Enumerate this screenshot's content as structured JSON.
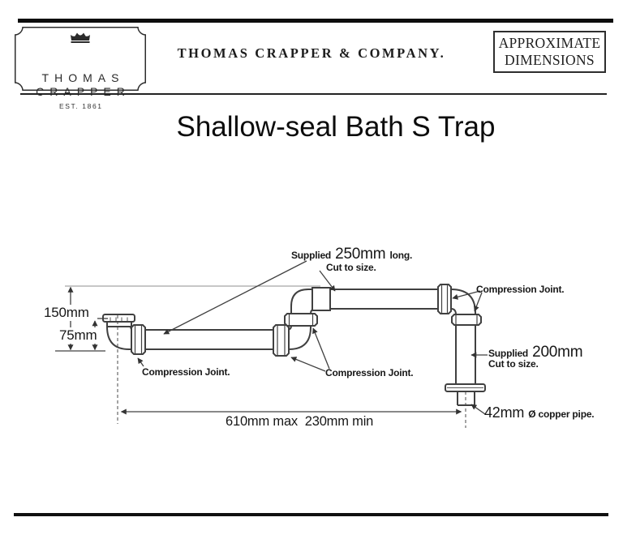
{
  "colors": {
    "ink": "#161616",
    "line": "#404040",
    "rule": "#0d0d0d"
  },
  "header": {
    "brand_badge": {
      "line1": "THOMAS",
      "line2": "CRAPPER",
      "est": "EST. 1861"
    },
    "company_name": "THOMAS CRAPPER & COMPANY.",
    "stamp": {
      "line1": "APPROXIMATE",
      "line2": "DIMENSIONS"
    }
  },
  "title": "Shallow-seal Bath S Trap",
  "diagram": {
    "supplied_top": {
      "prefix": "Supplied",
      "value": "250mm",
      "suffix": "long.",
      "note": "Cut to size."
    },
    "supplied_right": {
      "prefix": "Supplied",
      "value": "200mm",
      "note": "Cut to size."
    },
    "compression_joints": {
      "left": "Compression Joint.",
      "middle": "Compression Joint.",
      "right": "Compression Joint."
    },
    "dimensions": {
      "overall_height": "150mm",
      "seal_depth": "75mm",
      "horizontal_range": "610mm max  230mm min"
    },
    "pipe_spec": {
      "value": "42mm",
      "suffix": "Ø copper pipe."
    }
  }
}
